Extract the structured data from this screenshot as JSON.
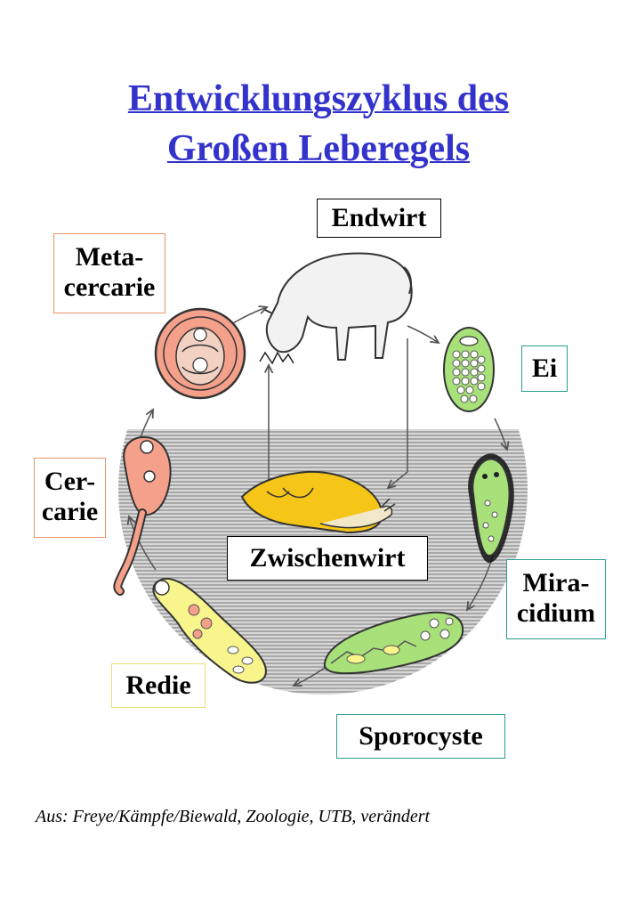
{
  "title": {
    "line1": "Entwicklungszyklus des",
    "line2": "Großen Leberegels"
  },
  "stages": {
    "endwirt": "Endwirt",
    "ei": "Ei",
    "miracidium_1": "Mira-",
    "miracidium_2": "cidium",
    "sporocyste": "Sporocyste",
    "redie": "Redie",
    "cercarie_1": "Cer-",
    "cercarie_2": "carie",
    "metacercarie_1": "Meta-",
    "metacercarie_2": "cercarie",
    "zwischenwirt": "Zwischenwirt"
  },
  "caption": "Aus: Freye/Kämpfe/Biewald, Zoologie, UTB, verändert",
  "colors": {
    "title": "#3333cc",
    "endwirt_border": "#000000",
    "ei_border": "#2a9d8f",
    "miracidium_border": "#2a9d8f",
    "sporocyste_border": "#2a9d8f",
    "redie_border": "#e8e070",
    "cercarie_border": "#e8956a",
    "metacercarie_border": "#e8956a",
    "water": "#9a9a9a",
    "snail": "#f5c518",
    "stage_green": "#a8e07a",
    "stage_yellow": "#f8f58c",
    "stage_salmon": "#f4a08a"
  }
}
